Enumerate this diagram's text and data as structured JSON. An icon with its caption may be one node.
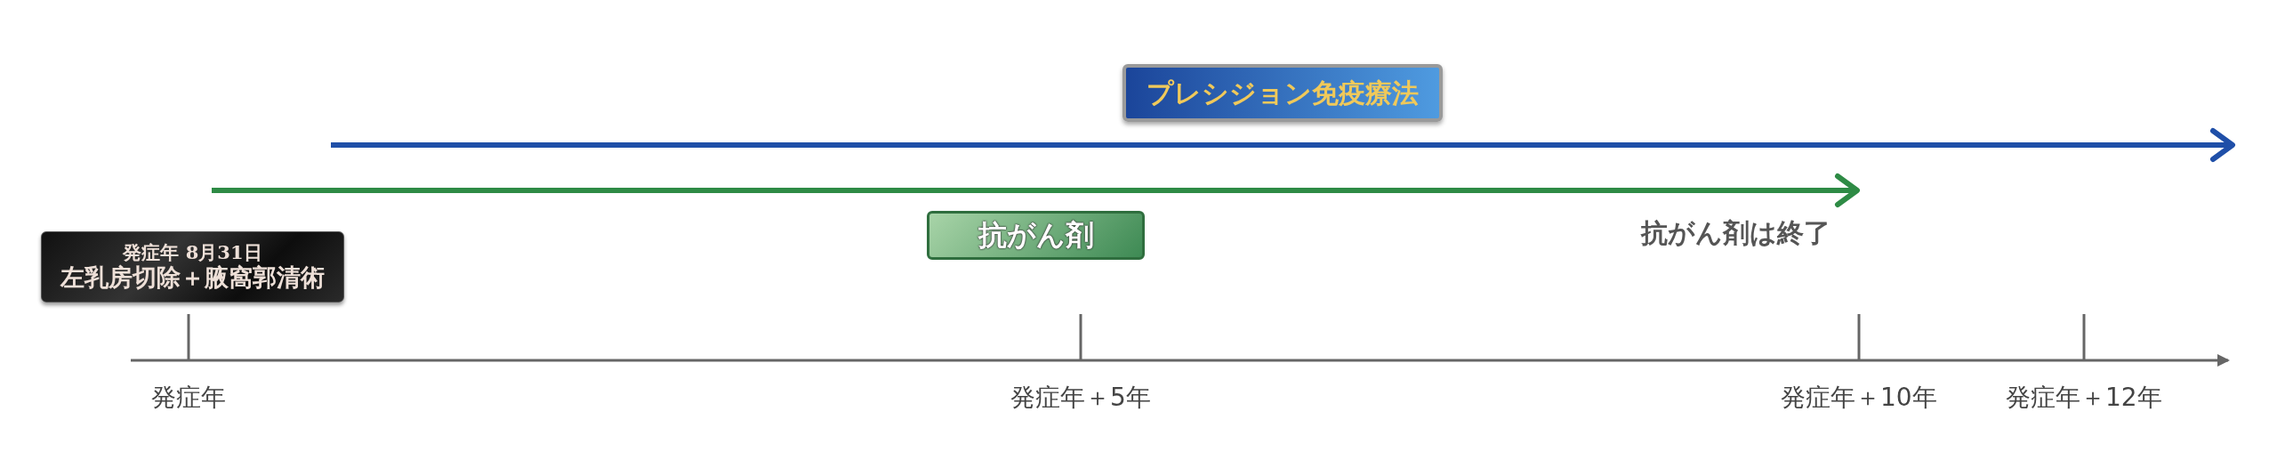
{
  "diagram": {
    "nodes": [
      {
        "text": [
          "プレシジョン免疫療法"
        ]
      },
      {
        "text": [
          "抗がん剤"
        ]
      },
      {
        "text": [
          "発症年 8月31日",
          "左乳房切除＋腋窩郭清術"
        ]
      }
    ],
    "labels": [
      "抗がん剤は終了",
      "発症年",
      "発症年＋5年",
      "発症年＋10年",
      "発症年＋12年"
    ]
  }
}
